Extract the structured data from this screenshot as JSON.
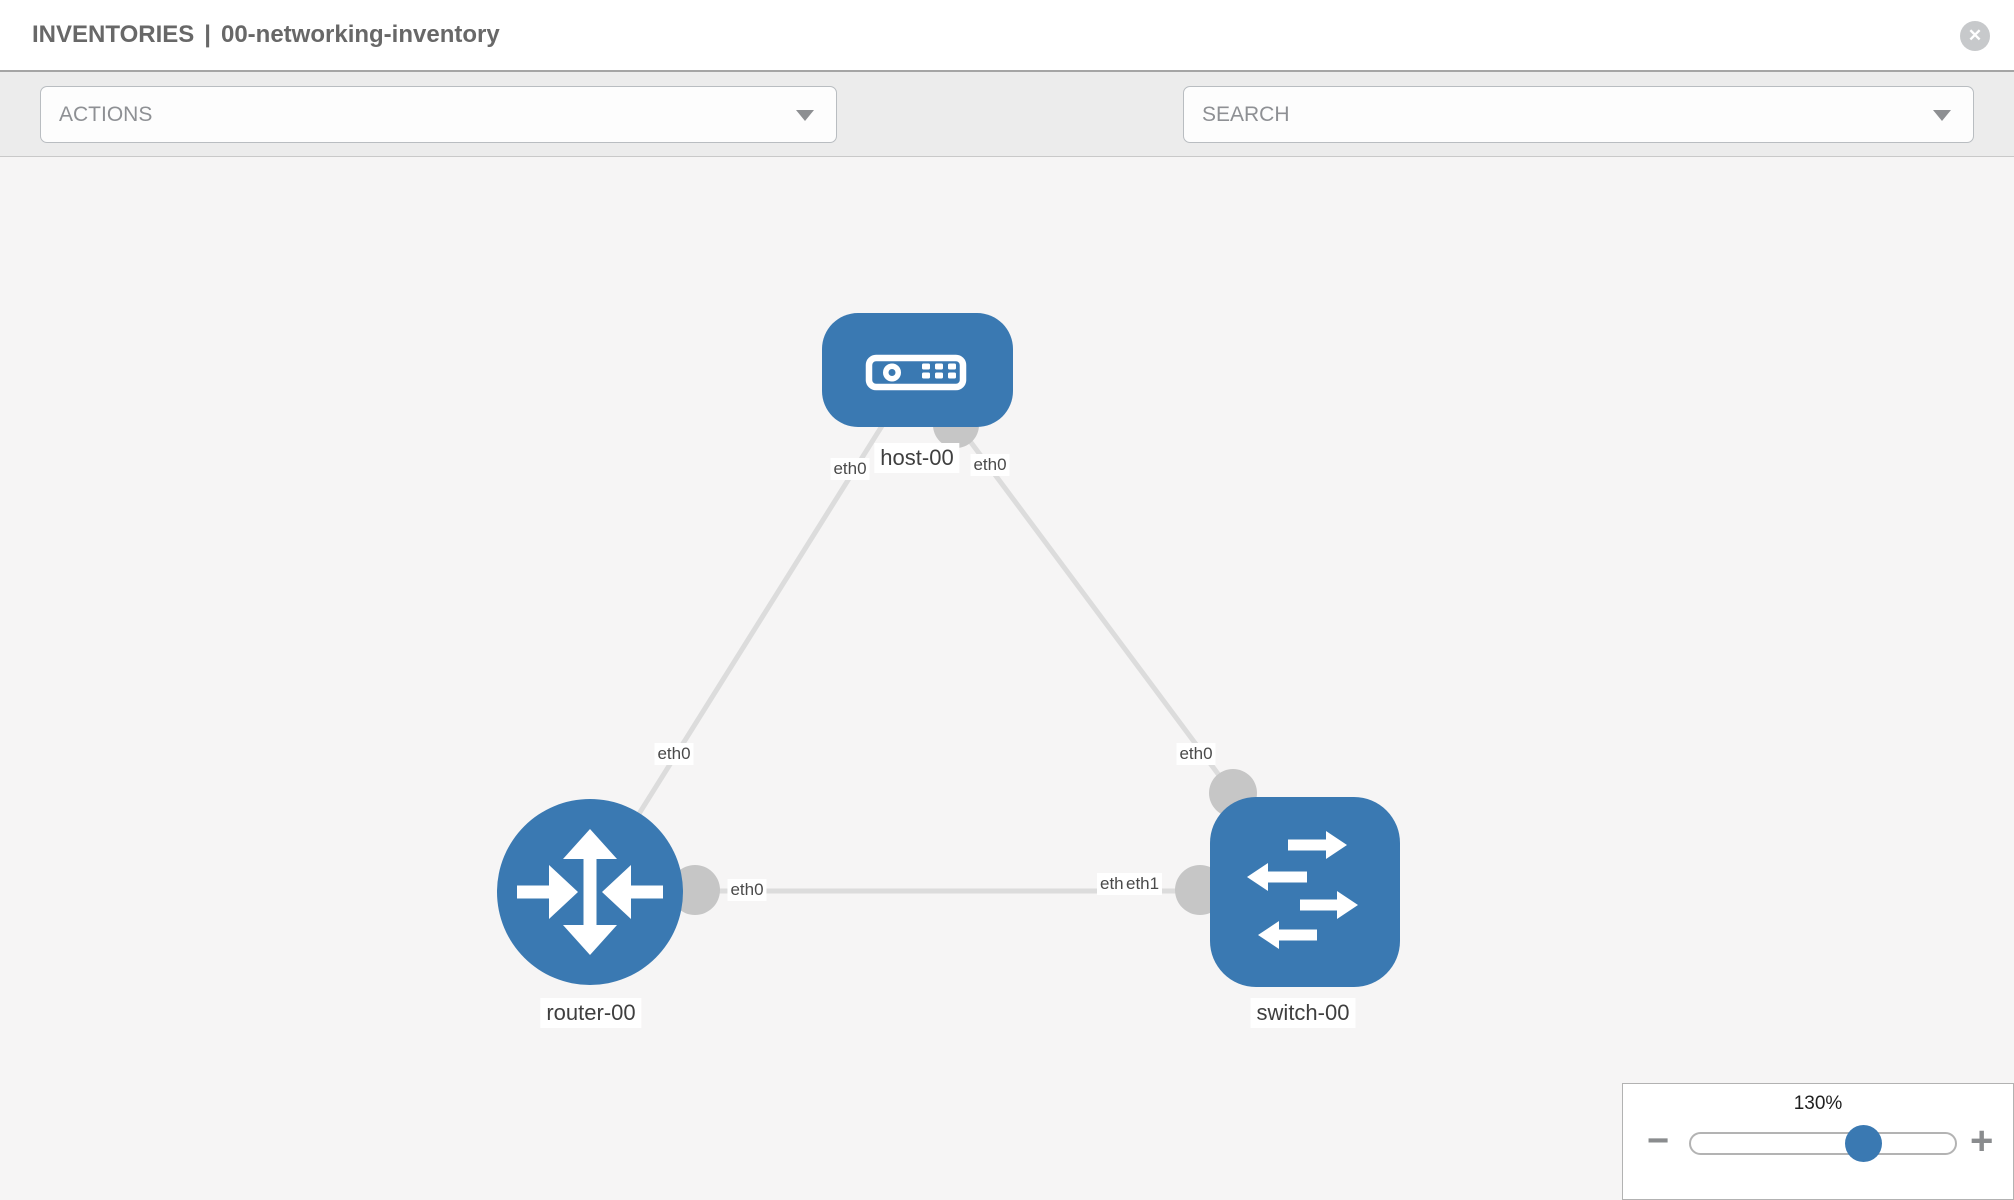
{
  "header": {
    "section": "INVENTORIES",
    "separator": "|",
    "inventory_name": "00-networking-inventory",
    "close_icon": "x-circle"
  },
  "toolbar": {
    "actions_label": "ACTIONS",
    "search_placeholder": "SEARCH",
    "wrench_icon": "wrench",
    "key_icon": "key",
    "caret_icon": "caret-down"
  },
  "diagram": {
    "nodes": [
      {
        "id": "host-00",
        "label": "host-00",
        "type": "host",
        "shape": "rounded-rect"
      },
      {
        "id": "router-00",
        "label": "router-00",
        "type": "router",
        "shape": "circle"
      },
      {
        "id": "switch-00",
        "label": "switch-00",
        "type": "switch",
        "shape": "rounded-square"
      }
    ],
    "links": [
      {
        "from": "host-00",
        "to": "router-00",
        "from_interface": "eth0",
        "to_interface": "eth0"
      },
      {
        "from": "host-00",
        "to": "switch-00",
        "from_interface": "eth0",
        "to_interface": "eth0"
      },
      {
        "from": "router-00",
        "to": "switch-00",
        "from_interface": "eth0",
        "to_interface": "eth1",
        "occluded_interface": "eth0"
      }
    ]
  },
  "zoom_control": {
    "value": "130%",
    "percent": 130,
    "minus_label": "−",
    "plus_label": "+"
  },
  "colors": {
    "node_blue": "#3a79b2",
    "link_gray": "#dcdcdc",
    "connector_gray": "#c6c6c6",
    "canvas_bg": "#f6f5f5"
  }
}
